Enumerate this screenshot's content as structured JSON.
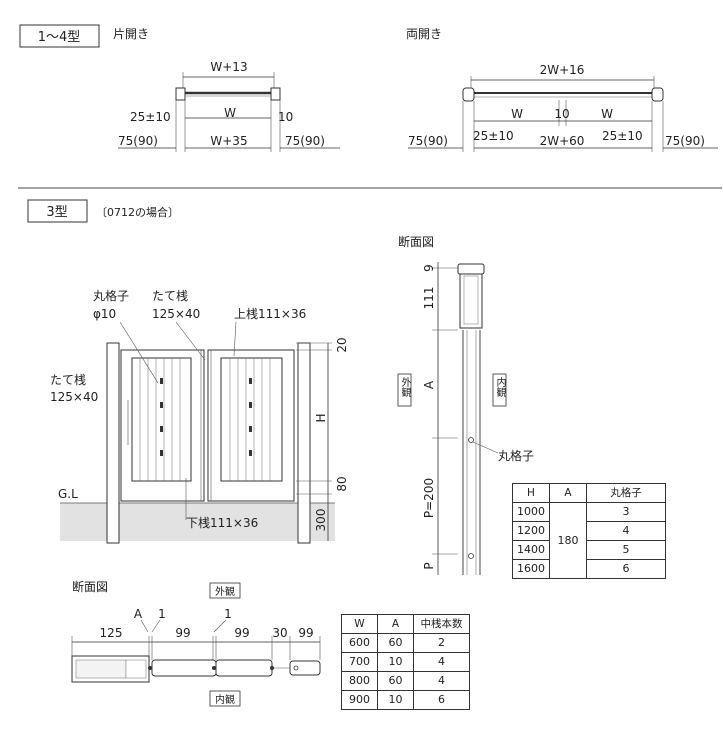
{
  "section_top": {
    "tag": "1～4型",
    "single": {
      "title": "片開き",
      "overall": "W+13",
      "clearance": "25±10",
      "width": "W",
      "gap": "10",
      "post_left": "75(90)",
      "inner": "W+35",
      "post_right": "75(90)"
    },
    "double": {
      "title": "両開き",
      "overall": "2W+16",
      "width_left": "W",
      "gap": "10",
      "width_right": "W",
      "post_left": "75(90)",
      "clearance_left": "25±10",
      "inner": "2W+60",
      "clearance_right": "25±10",
      "post_right": "75(90)"
    }
  },
  "section_bottom": {
    "tag": "3型",
    "note": "〔0712の場合〕",
    "elevation": {
      "round_bar": "丸格子",
      "round_bar_dia": "φ10",
      "stile_center": "たて桟",
      "stile_center_size": "125×40",
      "top_rail": "上桟111×36",
      "stile_left": "たて桟",
      "stile_left_size": "125×40",
      "ground": "G.L",
      "bottom_rail": "下桟111×36",
      "dim_top": "20",
      "dim_h": "H",
      "dim_bottom": "80",
      "dim_embed": "300"
    },
    "section_v": {
      "title": "断面図",
      "dim_9": "9",
      "dim_111": "111",
      "dim_a": "A",
      "dim_p200": "P=200",
      "dim_p": "P",
      "outside": "外観",
      "inside": "内観",
      "round_bar": "丸格子"
    },
    "table_h": {
      "headers": [
        "H",
        "A",
        "丸格子"
      ],
      "a_value": "180",
      "rows": [
        {
          "h": "1000",
          "bars": "3"
        },
        {
          "h": "1200",
          "bars": "4"
        },
        {
          "h": "1400",
          "bars": "5"
        },
        {
          "h": "1600",
          "bars": "6"
        }
      ]
    },
    "section_h": {
      "title": "断面図",
      "outside": "外観",
      "inside": "内観",
      "label_a": "A",
      "label_1a": "1",
      "label_1b": "1",
      "dim_125": "125",
      "dim_99a": "99",
      "dim_99b": "99",
      "dim_30": "30",
      "dim_99c": "99"
    },
    "table_w": {
      "headers": [
        "W",
        "A",
        "中桟本数"
      ],
      "rows": [
        {
          "w": "600",
          "a": "60",
          "n": "2"
        },
        {
          "w": "700",
          "a": "10",
          "n": "4"
        },
        {
          "w": "800",
          "a": "60",
          "n": "4"
        },
        {
          "w": "900",
          "a": "10",
          "n": "6"
        }
      ]
    }
  }
}
